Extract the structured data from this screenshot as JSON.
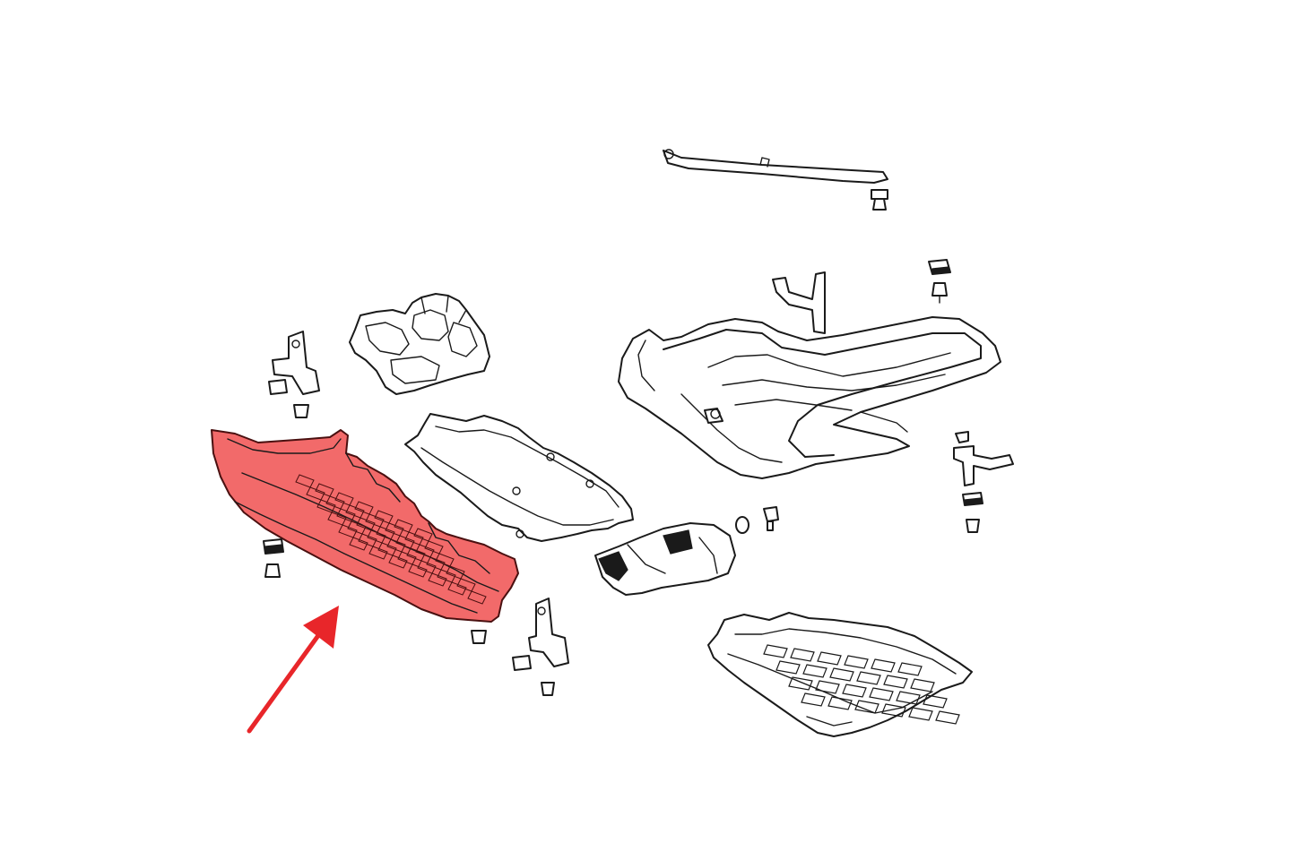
{
  "diagram": {
    "highlight_color": "#f26a6a",
    "arrow_color": "#e8262a",
    "line_color": "#1a1a1a",
    "background": "#ffffff",
    "highlighted_part": "front-underbody-shield",
    "parts": [
      "rear-crossbar-strut",
      "mounting-bolt",
      "wedge-nut-clip",
      "left-support-bracket",
      "left-wheel-arch-liner",
      "front-underbody-shield",
      "center-skid-plate",
      "main-underbody-tray",
      "right-support-bracket",
      "right-wheel-arch-liner",
      "engine-skid-plate"
    ]
  }
}
